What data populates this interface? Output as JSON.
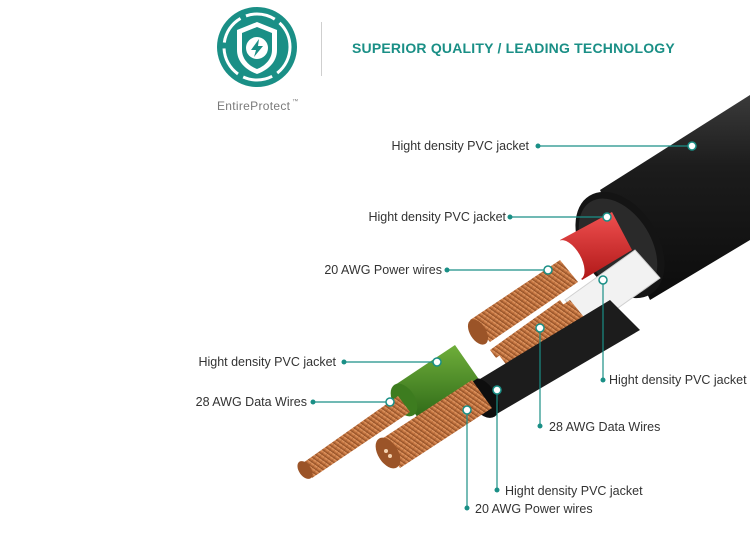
{
  "badge": {
    "brand_name": "EntireProtect",
    "trademark": "™",
    "icon": "lightning-shield-icon"
  },
  "headline": "SUPERIOR QUALITY / LEADING TECHNOLOGY",
  "callouts": [
    "Hight density PVC jacket",
    "Hight density PVC jacket",
    "20 AWG Power wires",
    "Hight density PVC jacket",
    "28 AWG Data Wires",
    "Hight density PVC jacket",
    "28 AWG Data Wires",
    "Hight density PVC jacket",
    "20 AWG Power wires"
  ],
  "colors": {
    "accent": "#1a8f86",
    "jacket": "#1b1b1b",
    "copper": "#c4743f"
  }
}
